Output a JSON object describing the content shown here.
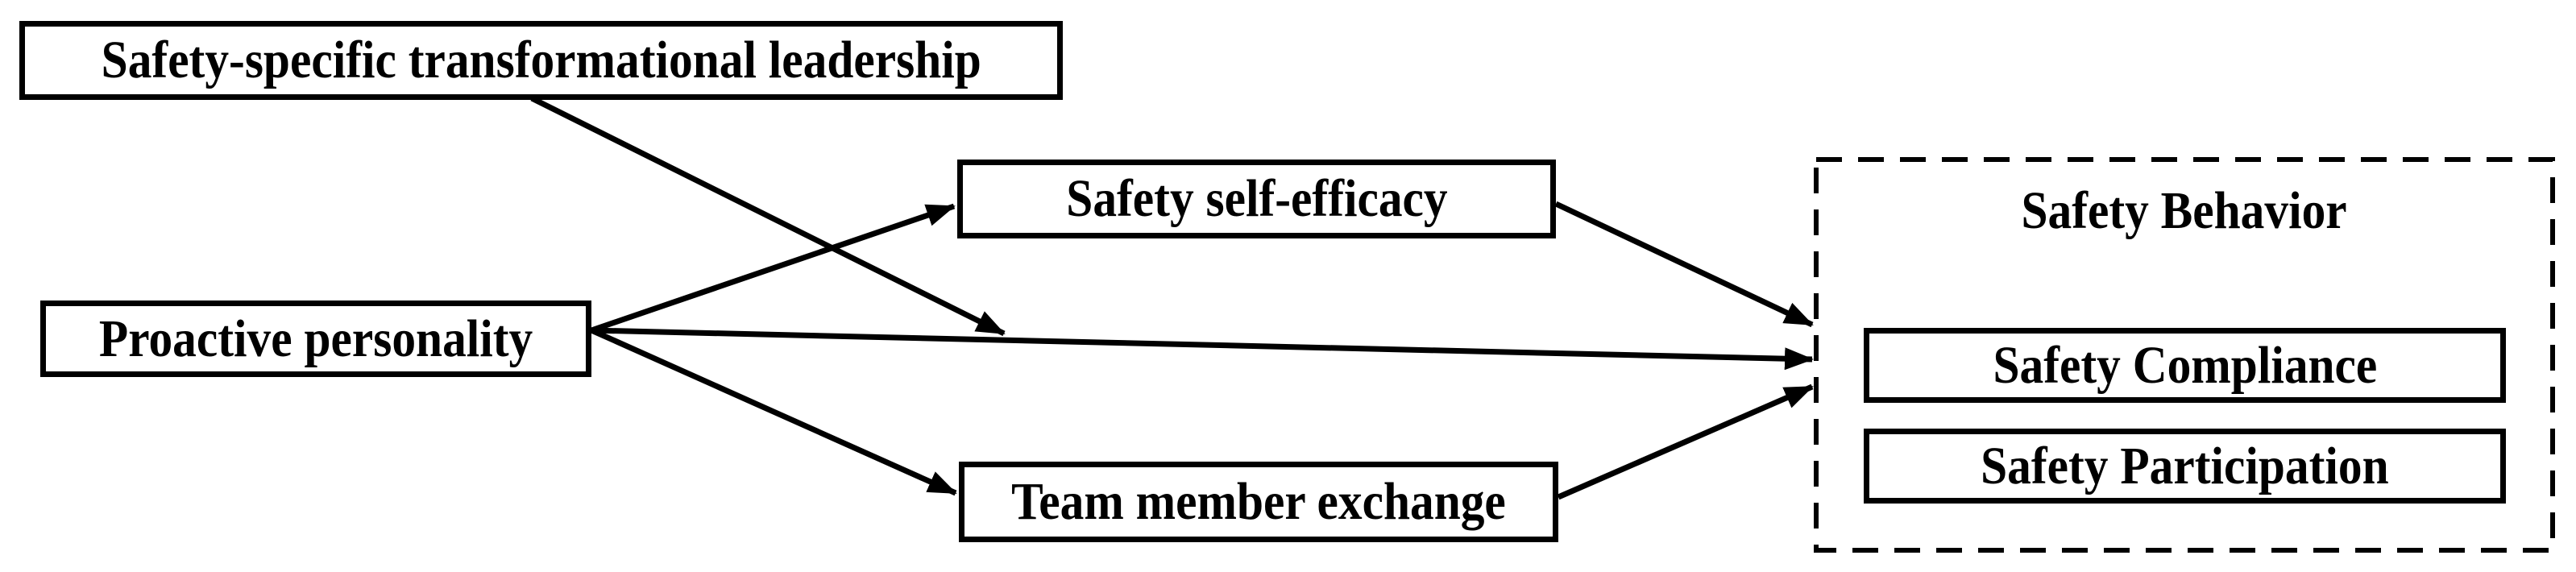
{
  "diagram": {
    "background_color": "#ffffff",
    "ink_color": "#000000",
    "nodes": {
      "safety_specific_transformational_leadership": "Safety-specific transformational leadership",
      "proactive_personality": "Proactive personality",
      "safety_self_efficacy": "Safety self-efficacy",
      "team_member_exchange": "Team member exchange",
      "safety_behavior_group_title": "Safety Behavior",
      "safety_compliance": "Safety Compliance",
      "safety_participation": "Safety Participation"
    },
    "edges": [
      {
        "from": "Proactive personality",
        "to": "Safety self-efficacy",
        "type": "direct-arrow"
      },
      {
        "from": "Proactive personality",
        "to": "Safety Behavior",
        "type": "direct-arrow"
      },
      {
        "from": "Proactive personality",
        "to": "Team member exchange",
        "type": "direct-arrow"
      },
      {
        "from": "Safety self-efficacy",
        "to": "Safety Behavior",
        "type": "direct-arrow"
      },
      {
        "from": "Team member exchange",
        "to": "Safety Behavior",
        "type": "direct-arrow"
      },
      {
        "from": "Safety-specific transformational leadership",
        "to": "path: Proactive personality - Safety Behavior",
        "type": "moderation-arrow"
      }
    ]
  }
}
